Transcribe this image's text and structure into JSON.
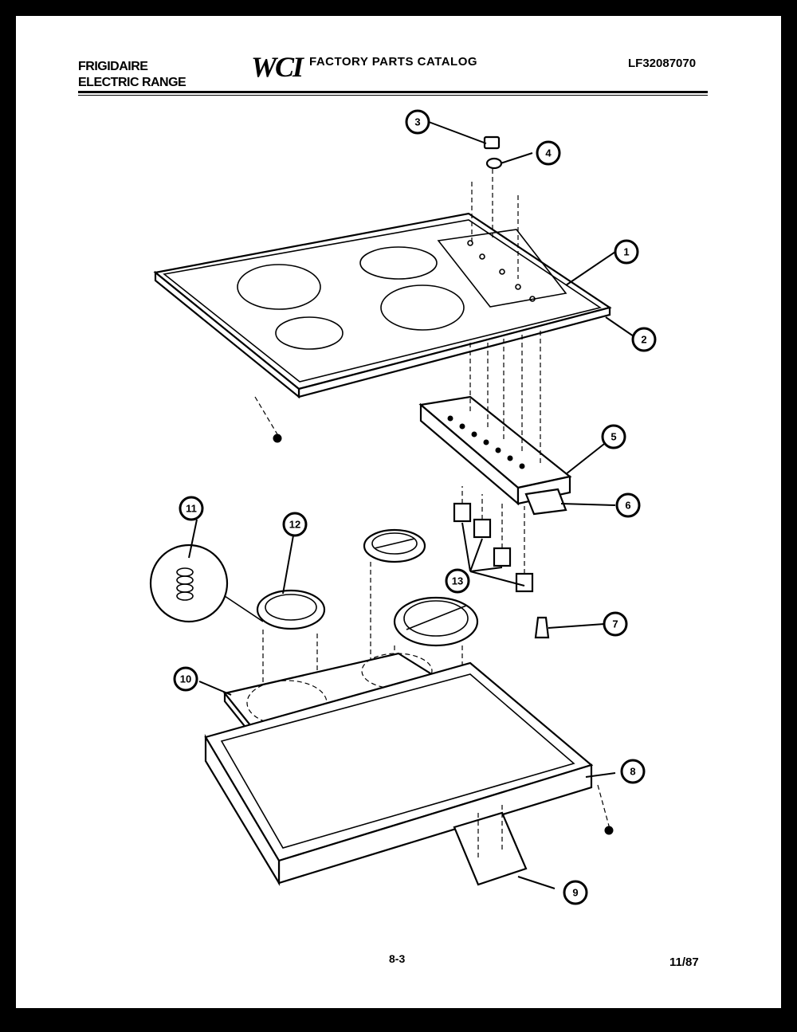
{
  "header": {
    "brand_line1": "FRIGIDAIRE",
    "brand_line2": "ELECTRIC RANGE",
    "logo": "WCI",
    "catalog_title": "FACTORY PARTS CATALOG",
    "model_number": "LF32087070"
  },
  "footer": {
    "page_number": "8-3",
    "date": "11/87"
  },
  "callouts": [
    "1",
    "2",
    "3",
    "4",
    "5",
    "6",
    "7",
    "8",
    "9",
    "10",
    "11",
    "12",
    "13"
  ]
}
